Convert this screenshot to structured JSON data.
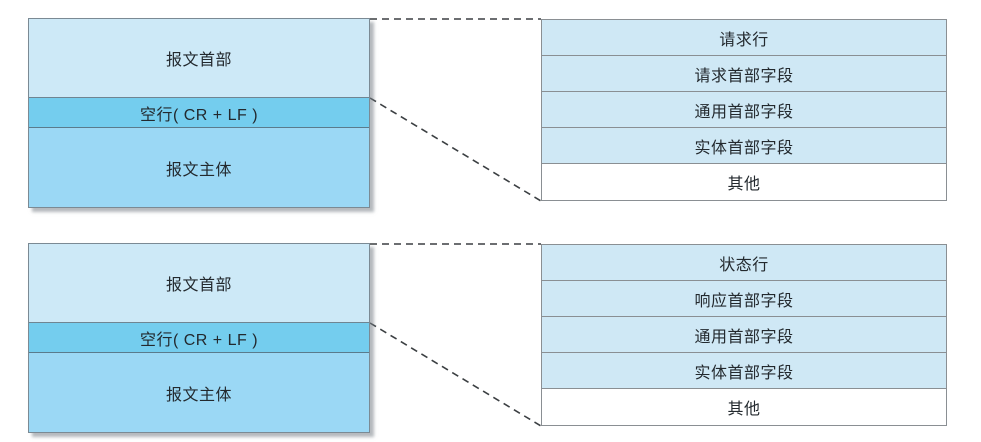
{
  "diagram": {
    "type": "block-diagram",
    "background_color": "#ffffff",
    "groups": [
      {
        "id": "http-request",
        "message_block": {
          "bands": [
            {
              "label": "报文首部",
              "color": "#cde9f7"
            },
            {
              "label": "空行( CR + LF )",
              "color": "#74cdee"
            },
            {
              "label": "报文主体",
              "color": "#9bd8f5"
            }
          ]
        },
        "detail_table": {
          "rows": [
            {
              "label": "请求行",
              "color": "#cfe8f5"
            },
            {
              "label": "请求首部字段",
              "color": "#cfe8f5"
            },
            {
              "label": "通用首部字段",
              "color": "#cfe8f5"
            },
            {
              "label": "实体首部字段",
              "color": "#cfe8f5"
            },
            {
              "label": "其他",
              "color": "#ffffff"
            }
          ]
        }
      },
      {
        "id": "http-response",
        "message_block": {
          "bands": [
            {
              "label": "报文首部",
              "color": "#cde9f7"
            },
            {
              "label": "空行( CR + LF )",
              "color": "#74cdee"
            },
            {
              "label": "报文主体",
              "color": "#9bd8f5"
            }
          ]
        },
        "detail_table": {
          "rows": [
            {
              "label": "状态行",
              "color": "#cfe8f5"
            },
            {
              "label": "响应首部字段",
              "color": "#cfe8f5"
            },
            {
              "label": "通用首部字段",
              "color": "#cfe8f5"
            },
            {
              "label": "实体首部字段",
              "color": "#cfe8f5"
            },
            {
              "label": "其他",
              "color": "#ffffff"
            }
          ]
        }
      }
    ],
    "connector_color": "#3b3f42"
  }
}
